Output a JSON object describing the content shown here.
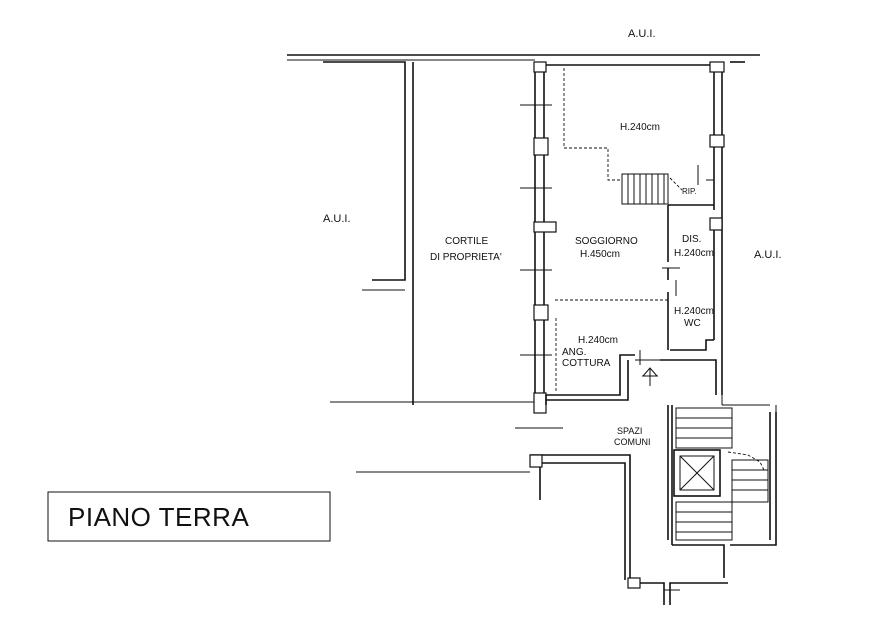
{
  "plan": {
    "title": "PIANO TERRA",
    "labels": {
      "aui_top": "A.U.I.",
      "aui_left": "A.U.I.",
      "aui_right": "A.U.I.",
      "cortile_1": "CORTILE",
      "cortile_2": "DI PROPRIETA'",
      "soggiorno_1": "SOGGIORNO",
      "soggiorno_2": "H.450cm",
      "h240_top": "H.240cm",
      "rip": "RIP.",
      "dis_1": "DIS.",
      "dis_2": "H.240cm",
      "wc_1": "H.240cm",
      "wc_2": "WC",
      "cucina_h": "H.240cm",
      "cucina_1": "ANG.",
      "cucina_2": "COTTURA",
      "spazi_1": "SPAZI",
      "spazi_2": "COMUNI"
    }
  }
}
